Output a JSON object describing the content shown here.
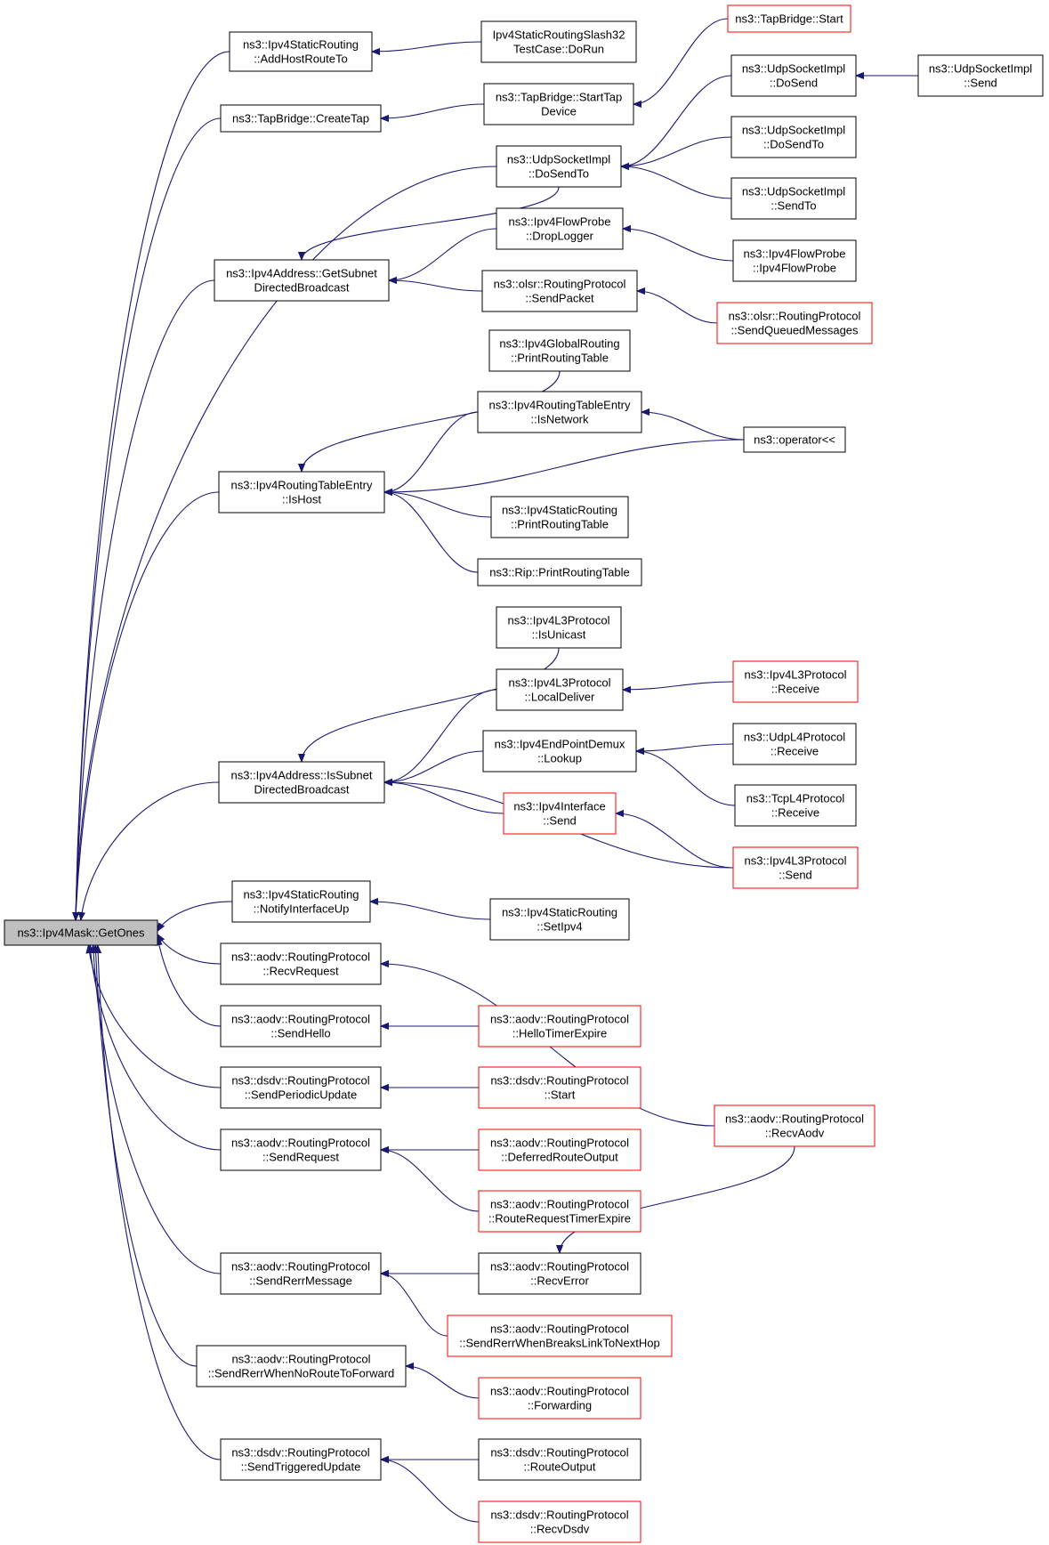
{
  "colors": {
    "edge": "#191970",
    "red_border": "#ff0000",
    "root_fill": "#bfbfbf"
  },
  "nodes": [
    {
      "id": "root",
      "lines": [
        "ns3::Ipv4Mask::GetOnes"
      ],
      "style": "root"
    },
    {
      "id": "a1",
      "lines": [
        "ns3::Ipv4StaticRouting",
        "::AddHostRouteTo"
      ]
    },
    {
      "id": "a2",
      "lines": [
        "ns3::TapBridge::CreateTap"
      ]
    },
    {
      "id": "a3",
      "lines": [
        "ns3::Ipv4Address::GetSubnet",
        "DirectedBroadcast"
      ]
    },
    {
      "id": "a4",
      "lines": [
        "ns3::Ipv4RoutingTableEntry",
        "::IsHost"
      ]
    },
    {
      "id": "a5",
      "lines": [
        "ns3::Ipv4Address::IsSubnet",
        "DirectedBroadcast"
      ]
    },
    {
      "id": "a6",
      "lines": [
        "ns3::Ipv4StaticRouting",
        "::NotifyInterfaceUp"
      ]
    },
    {
      "id": "a7",
      "lines": [
        "ns3::aodv::RoutingProtocol",
        "::RecvRequest"
      ]
    },
    {
      "id": "a8",
      "lines": [
        "ns3::aodv::RoutingProtocol",
        "::SendHello"
      ]
    },
    {
      "id": "a9",
      "lines": [
        "ns3::dsdv::RoutingProtocol",
        "::SendPeriodicUpdate"
      ]
    },
    {
      "id": "a10",
      "lines": [
        "ns3::aodv::RoutingProtocol",
        "::SendRequest"
      ]
    },
    {
      "id": "a11",
      "lines": [
        "ns3::aodv::RoutingProtocol",
        "::SendRerrMessage"
      ]
    },
    {
      "id": "a12",
      "lines": [
        "ns3::aodv::RoutingProtocol",
        "::SendRerrWhenNoRouteToForward"
      ]
    },
    {
      "id": "a13",
      "lines": [
        "ns3::dsdv::RoutingProtocol",
        "::SendTriggeredUpdate"
      ]
    },
    {
      "id": "b1",
      "lines": [
        "Ipv4StaticRoutingSlash32",
        "TestCase::DoRun"
      ]
    },
    {
      "id": "b2",
      "lines": [
        "ns3::TapBridge::StartTap",
        "Device"
      ]
    },
    {
      "id": "b3",
      "lines": [
        "ns3::UdpSocketImpl",
        "::DoSendTo"
      ]
    },
    {
      "id": "b4",
      "lines": [
        "ns3::Ipv4FlowProbe",
        "::DropLogger"
      ]
    },
    {
      "id": "b5",
      "lines": [
        "ns3::olsr::RoutingProtocol",
        "::SendPacket"
      ]
    },
    {
      "id": "b6",
      "lines": [
        "ns3::Ipv4GlobalRouting",
        "::PrintRoutingTable"
      ]
    },
    {
      "id": "b7",
      "lines": [
        "ns3::Ipv4RoutingTableEntry",
        "::IsNetwork"
      ]
    },
    {
      "id": "b8",
      "lines": [
        "ns3::Ipv4StaticRouting",
        "::PrintRoutingTable"
      ]
    },
    {
      "id": "b9",
      "lines": [
        "ns3::Rip::PrintRoutingTable"
      ]
    },
    {
      "id": "b10",
      "lines": [
        "ns3::Ipv4L3Protocol",
        "::IsUnicast"
      ]
    },
    {
      "id": "b11",
      "lines": [
        "ns3::Ipv4L3Protocol",
        "::LocalDeliver"
      ]
    },
    {
      "id": "b12",
      "lines": [
        "ns3::Ipv4EndPointDemux",
        "::Lookup"
      ]
    },
    {
      "id": "b13",
      "lines": [
        "ns3::Ipv4Interface",
        "::Send"
      ],
      "style": "red"
    },
    {
      "id": "b14",
      "lines": [
        "ns3::Ipv4StaticRouting",
        "::SetIpv4"
      ]
    },
    {
      "id": "b15",
      "lines": [
        "ns3::aodv::RoutingProtocol",
        "::HelloTimerExpire"
      ],
      "style": "red"
    },
    {
      "id": "b16",
      "lines": [
        "ns3::dsdv::RoutingProtocol",
        "::Start"
      ],
      "style": "red"
    },
    {
      "id": "b17",
      "lines": [
        "ns3::aodv::RoutingProtocol",
        "::DeferredRouteOutput"
      ],
      "style": "red"
    },
    {
      "id": "b18",
      "lines": [
        "ns3::aodv::RoutingProtocol",
        "::RouteRequestTimerExpire"
      ],
      "style": "red"
    },
    {
      "id": "b19",
      "lines": [
        "ns3::aodv::RoutingProtocol",
        "::RecvError"
      ]
    },
    {
      "id": "b20",
      "lines": [
        "ns3::aodv::RoutingProtocol",
        "::SendRerrWhenBreaksLinkToNextHop"
      ],
      "style": "red"
    },
    {
      "id": "b21",
      "lines": [
        "ns3::aodv::RoutingProtocol",
        "::Forwarding"
      ],
      "style": "red"
    },
    {
      "id": "b22",
      "lines": [
        "ns3::dsdv::RoutingProtocol",
        "::RouteOutput"
      ]
    },
    {
      "id": "b23",
      "lines": [
        "ns3::dsdv::RoutingProtocol",
        "::RecvDsdv"
      ],
      "style": "red"
    },
    {
      "id": "c1",
      "lines": [
        "ns3::TapBridge::Start"
      ],
      "style": "red"
    },
    {
      "id": "c2",
      "lines": [
        "ns3::UdpSocketImpl",
        "::DoSend"
      ]
    },
    {
      "id": "c3",
      "lines": [
        "ns3::UdpSocketImpl",
        "::DoSendTo"
      ]
    },
    {
      "id": "c4",
      "lines": [
        "ns3::UdpSocketImpl",
        "::SendTo"
      ]
    },
    {
      "id": "c5",
      "lines": [
        "ns3::Ipv4FlowProbe",
        "::Ipv4FlowProbe"
      ]
    },
    {
      "id": "c6",
      "lines": [
        "ns3::olsr::RoutingProtocol",
        "::SendQueuedMessages"
      ],
      "style": "red"
    },
    {
      "id": "c7",
      "lines": [
        "ns3::operator<<"
      ]
    },
    {
      "id": "c8",
      "lines": [
        "ns3::Ipv4L3Protocol",
        "::Receive"
      ],
      "style": "red"
    },
    {
      "id": "c9",
      "lines": [
        "ns3::UdpL4Protocol",
        "::Receive"
      ]
    },
    {
      "id": "c10",
      "lines": [
        "ns3::TcpL4Protocol",
        "::Receive"
      ]
    },
    {
      "id": "c11",
      "lines": [
        "ns3::Ipv4L3Protocol",
        "::Send"
      ],
      "style": "red"
    },
    {
      "id": "c12",
      "lines": [
        "ns3::aodv::RoutingProtocol",
        "::RecvAodv"
      ],
      "style": "red"
    },
    {
      "id": "d1",
      "lines": [
        "ns3::UdpSocketImpl",
        "::Send"
      ]
    }
  ],
  "edges": [
    [
      "a1",
      "root"
    ],
    [
      "a2",
      "root"
    ],
    [
      "a3",
      "root"
    ],
    [
      "a4",
      "root"
    ],
    [
      "a5",
      "root"
    ],
    [
      "a6",
      "root"
    ],
    [
      "a7",
      "root"
    ],
    [
      "a8",
      "root"
    ],
    [
      "a9",
      "root"
    ],
    [
      "a10",
      "root"
    ],
    [
      "a11",
      "root"
    ],
    [
      "a12",
      "root"
    ],
    [
      "a13",
      "root"
    ],
    [
      "b3",
      "root"
    ],
    [
      "b1",
      "a1"
    ],
    [
      "b2",
      "a2"
    ],
    [
      "c1",
      "b2"
    ],
    [
      "b3",
      "a3"
    ],
    [
      "b4",
      "a3"
    ],
    [
      "b5",
      "a3"
    ],
    [
      "c2",
      "b3"
    ],
    [
      "c3",
      "b3"
    ],
    [
      "c4",
      "b3"
    ],
    [
      "d1",
      "c2"
    ],
    [
      "c5",
      "b4"
    ],
    [
      "c6",
      "b5"
    ],
    [
      "b6",
      "a4"
    ],
    [
      "b7",
      "a4"
    ],
    [
      "b8",
      "a4"
    ],
    [
      "b9",
      "a4"
    ],
    [
      "c7",
      "a4"
    ],
    [
      "c7",
      "b7"
    ],
    [
      "b10",
      "a5"
    ],
    [
      "b11",
      "a5"
    ],
    [
      "b12",
      "a5"
    ],
    [
      "b13",
      "a5"
    ],
    [
      "c11",
      "a5"
    ],
    [
      "c8",
      "b11"
    ],
    [
      "c9",
      "b12"
    ],
    [
      "c10",
      "b12"
    ],
    [
      "c11",
      "b13"
    ],
    [
      "b14",
      "a6"
    ],
    [
      "c12",
      "a7"
    ],
    [
      "b15",
      "a8"
    ],
    [
      "b16",
      "a9"
    ],
    [
      "b17",
      "a10"
    ],
    [
      "b18",
      "a10"
    ],
    [
      "b19",
      "a11"
    ],
    [
      "b20",
      "a11"
    ],
    [
      "c12",
      "b19"
    ],
    [
      "b21",
      "a12"
    ],
    [
      "b22",
      "a13"
    ],
    [
      "b23",
      "a13"
    ]
  ]
}
